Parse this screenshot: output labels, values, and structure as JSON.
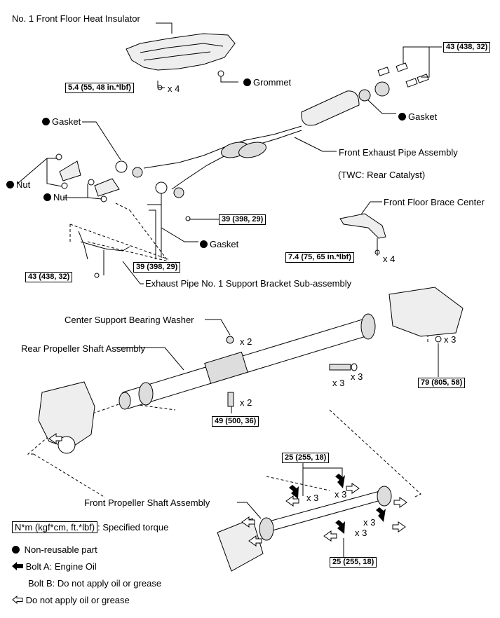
{
  "labels": {
    "heat_insulator": "No. 1 Front Floor Heat Insulator",
    "grommet": "Grommet",
    "gasket_top_right": "Gasket",
    "front_exhaust_pipe": "Front Exhaust Pipe Assembly",
    "twc_note": "(TWC: Rear Catalyst)",
    "gasket_left": "Gasket",
    "nut_1": "Nut",
    "nut_2": "Nut",
    "front_floor_brace": "Front Floor Brace Center",
    "gasket_center": "Gasket",
    "support_bracket": "Exhaust Pipe No. 1 Support Bracket Sub-assembly",
    "bearing_washer": "Center Support Bearing Washer",
    "rear_propeller": "Rear Propeller Shaft Assembly",
    "front_propeller": "Front Propeller Shaft Assembly"
  },
  "torques": {
    "t_43_top": "43 (438, 32)",
    "t_5_4": "5.4 (55, 48 in.*lbf)",
    "t_39_right": "39 (398, 29)",
    "t_39_bottom": "39 (398, 29)",
    "t_7_4": "7.4 (75, 65 in.*lbf)",
    "t_43_bottom": "43 (438, 32)",
    "t_79": "79 (805, 58)",
    "t_49": "49 (500, 36)",
    "t_25_top": "25 (255, 18)",
    "t_25_bottom": "25 (255, 18)"
  },
  "quantities": {
    "q_x4_insulator": "x 4",
    "q_x4_brace": "x 4",
    "q_x2_washer": "x 2",
    "q_x2_bolt": "x 2",
    "q_x3_right": "x 3",
    "q_x3_bolt": "x 3",
    "q_x3_washer": "x 3",
    "q_x3_fp1": "x 3",
    "q_x3_fp2": "x 3",
    "q_x3_fp3": "x 3",
    "q_x3_fp4": "x 3"
  },
  "legend": {
    "torque_format": "N*m (kgf*cm, ft.*lbf)",
    "torque_desc": ": Specified torque",
    "non_reusable": "Non-reusable part",
    "bolt_a": "Bolt A: Engine Oil",
    "bolt_b": "Bolt B: Do not apply oil or grease",
    "no_oil": "Do not apply oil or grease"
  },
  "icons": [
    "filled-circle-icon",
    "filled-arrow-icon",
    "hollow-arrow-icon"
  ]
}
